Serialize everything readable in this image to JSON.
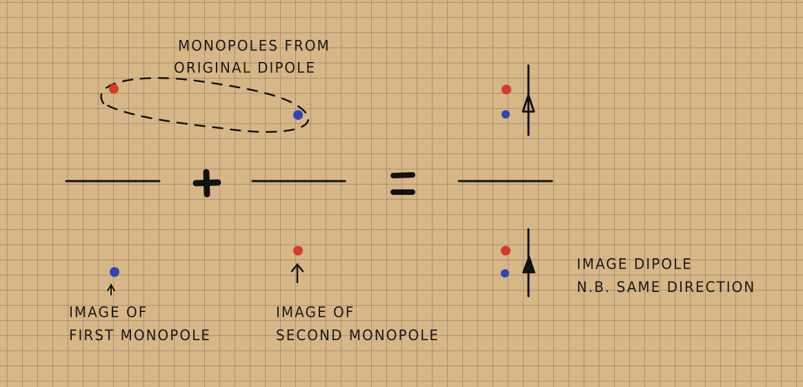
{
  "labels": {
    "monopoles_line1": "Monopoles from",
    "monopoles_line2": "original dipole",
    "image_first_line1": "Image of",
    "image_first_line2": "first monopole",
    "image_second_line1": "Image of",
    "image_second_line2": "second monopole",
    "image_dipole_line1": "Image dipole",
    "image_dipole_line2": "N.B. same direction"
  },
  "operators": {
    "plus": "+",
    "equals": "="
  },
  "colors": {
    "positive_charge": "#d63a2a",
    "negative_charge": "#2b46b8",
    "ink": "#111111",
    "paper": "#d7b687",
    "grid": "#7a6450"
  }
}
